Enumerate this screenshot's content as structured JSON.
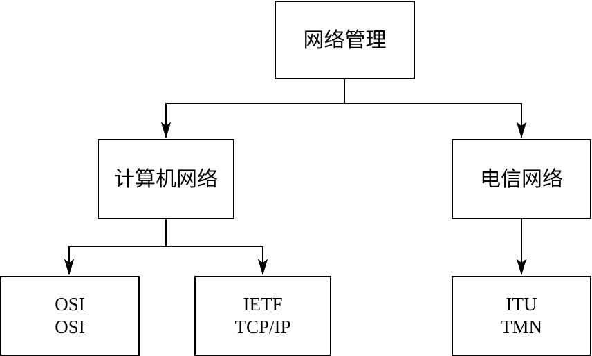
{
  "diagram": {
    "root": {
      "label": "网络管理"
    },
    "branches": {
      "computer_network": {
        "label": "计算机网络"
      },
      "telecom_network": {
        "label": "电信网络"
      }
    },
    "leaves": {
      "osi": {
        "line1": "OSI",
        "line2": "OSI"
      },
      "ietf": {
        "line1": "IETF",
        "line2": "TCP/IP"
      },
      "itu": {
        "line1": "ITU",
        "line2": "TMN"
      }
    }
  }
}
